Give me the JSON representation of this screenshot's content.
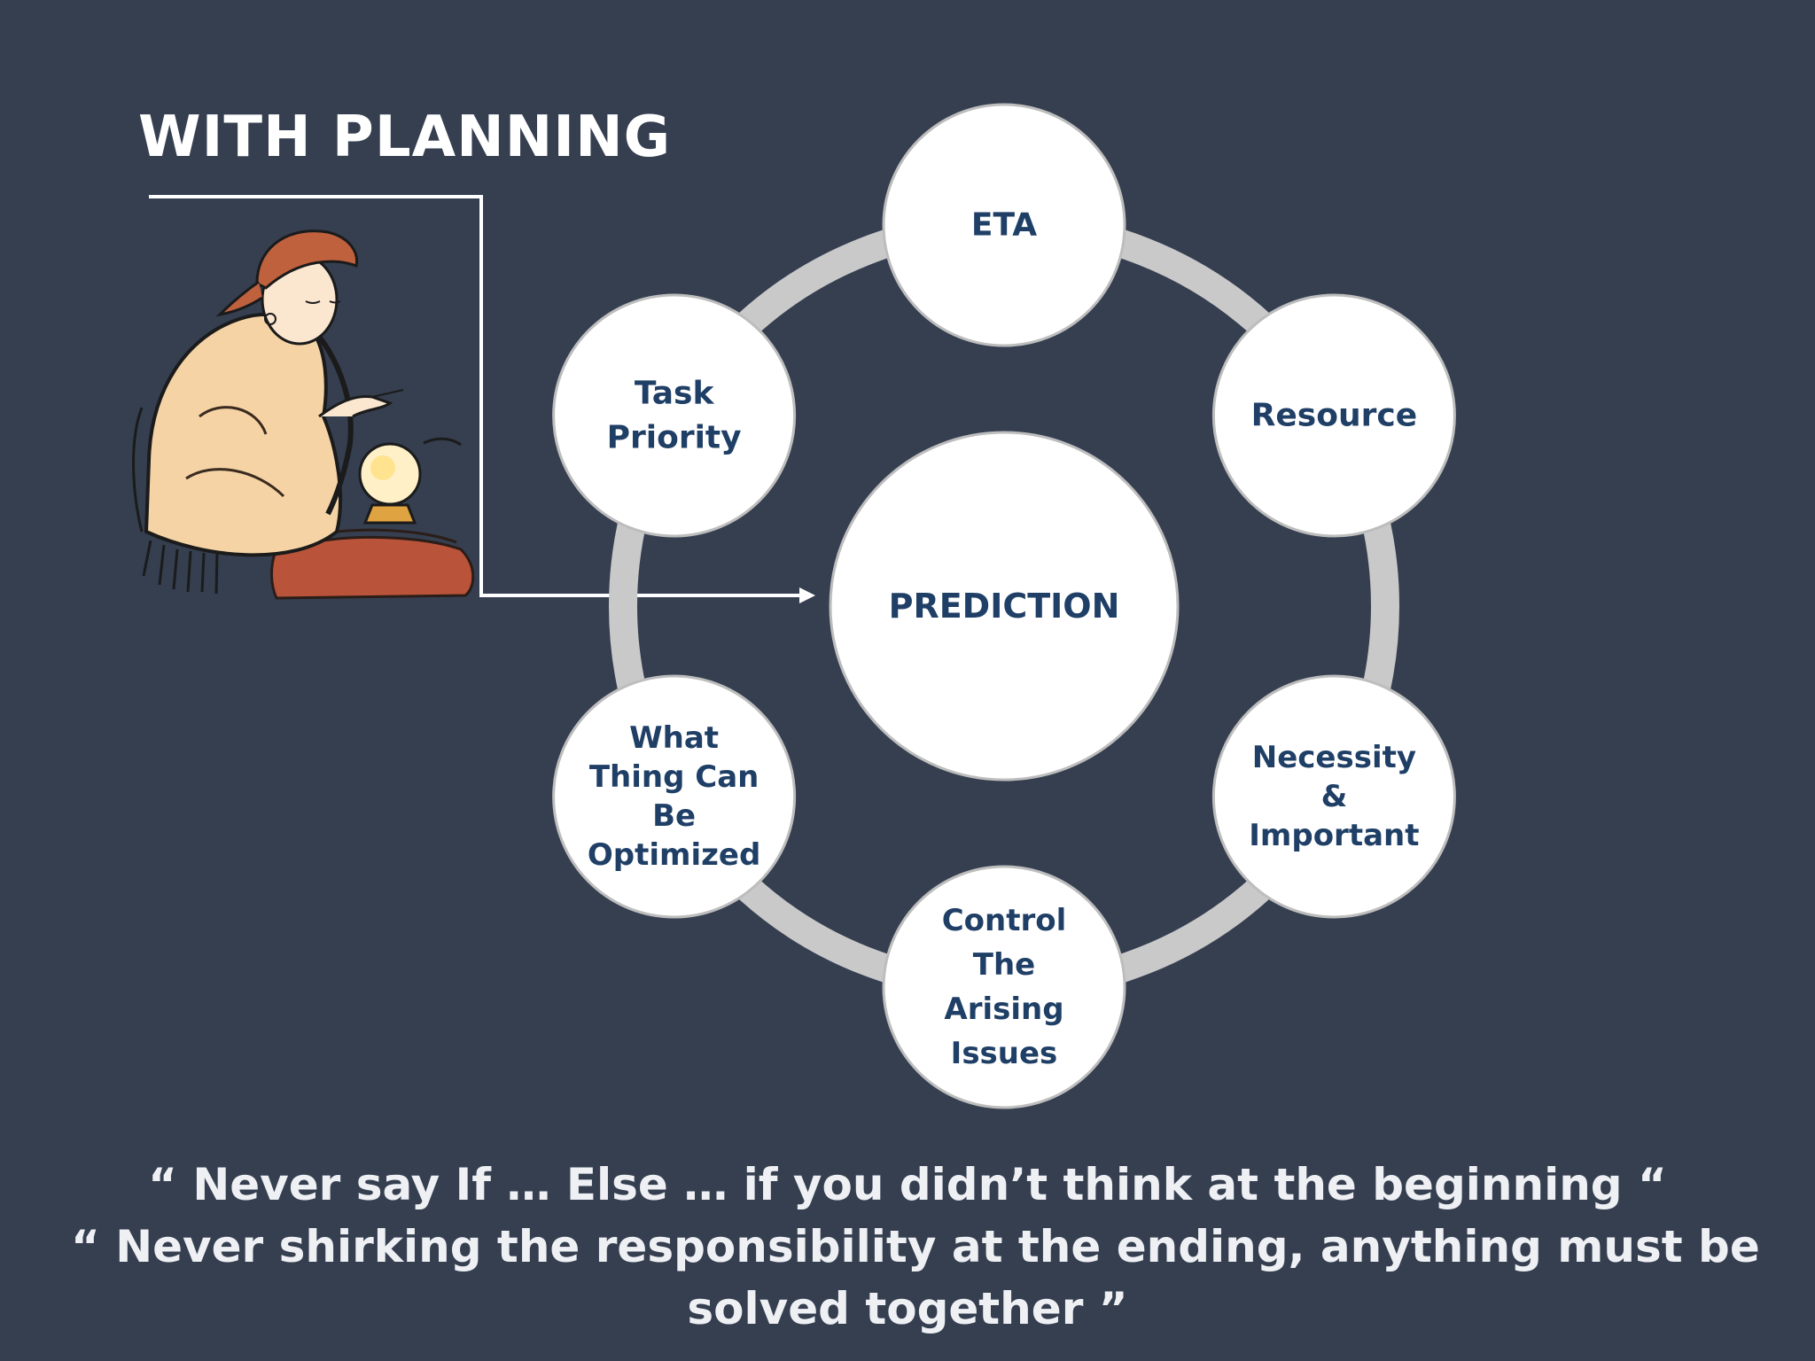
{
  "slide": {
    "title": "WITH PLANNING"
  },
  "diagram": {
    "center": {
      "label": "PREDICTION"
    },
    "nodes": [
      {
        "id": "eta",
        "lines": [
          "ETA"
        ]
      },
      {
        "id": "resource",
        "lines": [
          "Resource"
        ]
      },
      {
        "id": "necessity",
        "lines": [
          "Necessity",
          "&",
          "Important"
        ]
      },
      {
        "id": "control",
        "lines": [
          "Control",
          "The",
          "Arising",
          "Issues"
        ]
      },
      {
        "id": "optimized",
        "lines": [
          "What",
          "Thing Can",
          "Be",
          "Optimized"
        ]
      },
      {
        "id": "task-priority",
        "lines": [
          "Task",
          "Priority"
        ]
      }
    ],
    "colors": {
      "background": "#353f50",
      "ring": "#c9c9c9",
      "node_fill": "#ffffff",
      "node_text": "#1f3f66",
      "connector": "#ffffff"
    }
  },
  "illustration": {
    "icon": "fortune-teller-crystal-ball-icon"
  },
  "quotes": {
    "line1": "“ Never say If … Else … if you didn’t think at the beginning “",
    "line2": "“ Never shirking the responsibility at  the ending, anything must be",
    "line3": "solved together ”"
  }
}
